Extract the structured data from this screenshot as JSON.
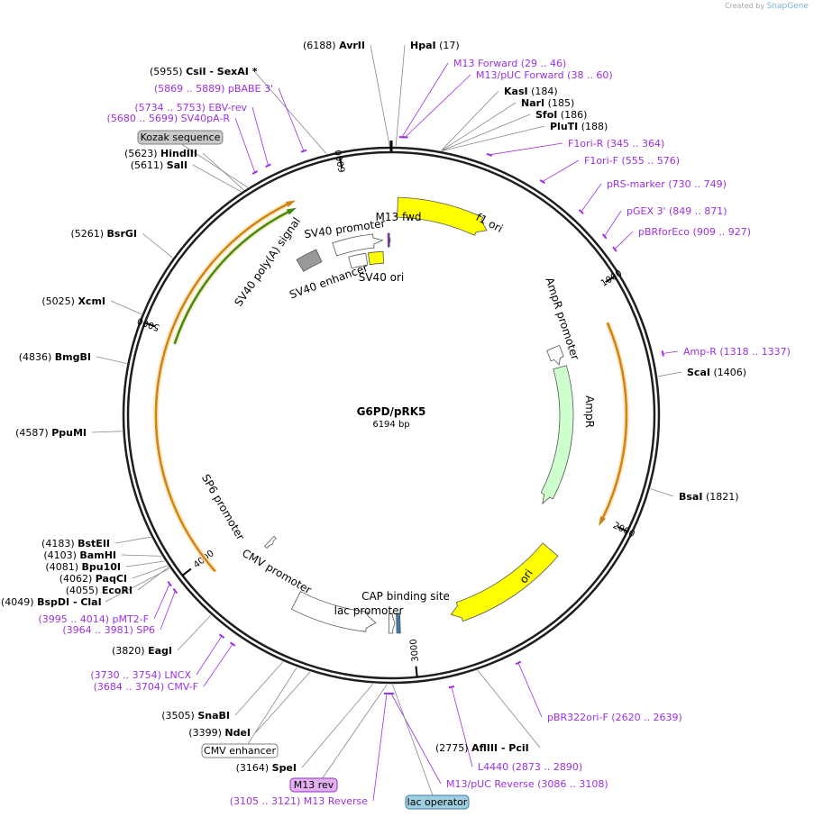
{
  "brand": {
    "created_by": "Created by",
    "name": "SnapGene"
  },
  "plasmid": {
    "name": "G6PD/pRK5",
    "length": "6194 bp",
    "bp": 6194
  },
  "ticks": [
    {
      "label": "1000",
      "pos": 1000
    },
    {
      "label": "2000",
      "pos": 2000
    },
    {
      "label": "3000",
      "pos": 3000
    },
    {
      "label": "4000",
      "pos": 4000
    },
    {
      "label": "5000",
      "pos": 5000
    },
    {
      "label": "6000",
      "pos": 6000
    }
  ],
  "features": [
    {
      "name": "f1 ori",
      "start": 30,
      "end": 470,
      "color": "#ffff00",
      "dir": 1,
      "ring": 0
    },
    {
      "name": "AmpR promoter",
      "start": 1160,
      "end": 1260,
      "color": "#ffffff",
      "dir": 1,
      "ring": 1
    },
    {
      "name": "AmpR",
      "start": 1275,
      "end": 2070,
      "color": "#ccffcc",
      "dir": 1,
      "ring": 1
    },
    {
      "name": "ori",
      "start": 2240,
      "end": 2810,
      "color": "#ffff00",
      "dir": 1,
      "ring": 0
    },
    {
      "name": "CAP binding site",
      "start": 3055,
      "end": 3072,
      "color": "#3f7bad",
      "dir": 0,
      "ring": 0
    },
    {
      "name": "lac promoter",
      "start": 3080,
      "end": 3108,
      "color": "#ffffff",
      "dir": -1,
      "ring": 0
    },
    {
      "name": "CMV promoter",
      "start": 3170,
      "end": 3565,
      "color": "#ffffff",
      "dir": -1,
      "ring": 0
    },
    {
      "name": "SP6 promoter",
      "start": 3830,
      "end": 3855,
      "color": "#ffffff",
      "dir": -1,
      "ring": 1
    },
    {
      "name": "SV40 poly(A) signal",
      "start": 5655,
      "end": 5775,
      "color": "#999999",
      "dir": 0,
      "ring": 1
    },
    {
      "name": "SV40 promoter",
      "start": 5870,
      "end": 6145,
      "color": "#ffffff",
      "dir": 1,
      "ring": 1
    },
    {
      "name": "SV40 enhancer",
      "start": 5935,
      "end": 6040,
      "color": "#ffffff",
      "dir": 0,
      "ring": 2
    },
    {
      "name": "SV40 ori",
      "start": 6055,
      "end": 6145,
      "color": "#ffff00",
      "dir": 0,
      "ring": 2
    },
    {
      "name": "M13 fwd",
      "start": 6175,
      "end": 6190,
      "color": "#8b2fc9",
      "dir": 1,
      "ring": 1
    }
  ],
  "orfs": [
    {
      "start": 1150,
      "end": 2030,
      "dir": 1,
      "inner": false,
      "color": "#d18213"
    },
    {
      "start": 3930,
      "end": 5780,
      "dir": 1,
      "inner": false,
      "color": "#d18213"
    },
    {
      "start": 4960,
      "end": 5770,
      "dir": 1,
      "inner": true,
      "color": "#3b8c0f"
    }
  ],
  "sites": [
    {
      "name": "AvrII",
      "pos": "(6188)",
      "bp": 6188
    },
    {
      "name": "HpaI",
      "pos": "(17)",
      "bp": 17
    },
    {
      "name": "CsiI",
      "name2": " - SexAI *",
      "pos": "(5955)",
      "bp": 5955
    },
    {
      "name": "KasI",
      "pos": "(184)",
      "bp": 184
    },
    {
      "name": "NarI",
      "pos": "(185)",
      "bp": 185
    },
    {
      "name": "SfoI",
      "pos": "(186)",
      "bp": 186
    },
    {
      "name": "PluTI",
      "pos": "(188)",
      "bp": 188
    },
    {
      "name": "HindIII",
      "pos": "(5623)",
      "bp": 5623
    },
    {
      "name": "SalI",
      "pos": "(5611)",
      "bp": 5611
    },
    {
      "name": "BsrGI",
      "pos": "(5261)",
      "bp": 5261
    },
    {
      "name": "XcmI",
      "pos": "(5025)",
      "bp": 5025
    },
    {
      "name": "BmgBI",
      "pos": "(4836)",
      "bp": 4836
    },
    {
      "name": "PpuMI",
      "pos": "(4587)",
      "bp": 4587
    },
    {
      "name": "ScaI",
      "pos": "(1406)",
      "bp": 1406
    },
    {
      "name": "BsaI",
      "pos": "(1821)",
      "bp": 1821
    },
    {
      "name": "BstEII",
      "pos": "(4183)",
      "bp": 4183
    },
    {
      "name": "BamHI",
      "pos": "(4103)",
      "bp": 4103
    },
    {
      "name": "Bpu10I",
      "pos": "(4081)",
      "bp": 4081
    },
    {
      "name": "PaqCI",
      "pos": "(4062)",
      "bp": 4062
    },
    {
      "name": "EcoRI",
      "pos": "(4055)",
      "bp": 4055
    },
    {
      "name": "BspDI",
      "name2": " - ClaI",
      "pos": "(4049)",
      "bp": 4049
    },
    {
      "name": "EagI",
      "pos": "(3820)",
      "bp": 3820
    },
    {
      "name": "SnaBI",
      "pos": "(3505)",
      "bp": 3505
    },
    {
      "name": "NdeI",
      "pos": "(3399)",
      "bp": 3399
    },
    {
      "name": "SpeI",
      "pos": "(3164)",
      "bp": 3164
    },
    {
      "name": "AflIII",
      "name2": " - PciI",
      "pos": "(2775)",
      "bp": 2775
    }
  ],
  "primers": [
    {
      "name": "M13 Forward",
      "pos": "(29 .. 46)",
      "bp": 38
    },
    {
      "name": "M13/pUC Forward",
      "pos": "(38 .. 60)",
      "bp": 49
    },
    {
      "name": "F1ori-R",
      "pos": "(345 .. 364)",
      "bp": 355
    },
    {
      "name": "F1ori-F",
      "pos": "(555 .. 576)",
      "bp": 566
    },
    {
      "name": "pRS-marker",
      "pos": "(730 .. 749)",
      "bp": 740
    },
    {
      "name": "pGEX 3'",
      "pos": "(849 .. 871)",
      "bp": 860
    },
    {
      "name": "pBRforEco",
      "pos": "(909 .. 927)",
      "bp": 918
    },
    {
      "name": "Amp-R",
      "pos": "(1318 .. 1337)",
      "bp": 1328
    },
    {
      "name": "pBR322ori-F",
      "pos": "(2620 .. 2639)",
      "bp": 2630
    },
    {
      "name": "L4440",
      "pos": "(2873 .. 2890)",
      "bp": 2882
    },
    {
      "name": "M13/pUC Reverse",
      "pos": "(3086 .. 3108)",
      "bp": 3097
    },
    {
      "name": "M13 Reverse",
      "pos": "(3105 .. 3121)",
      "bp": 3113
    },
    {
      "name": "CMV-F",
      "pos": "(3684 .. 3704)",
      "bp": 3694
    },
    {
      "name": "LNCX",
      "pos": "(3730 .. 3754)",
      "bp": 3742
    },
    {
      "name": "SP6",
      "pos": "(3964 .. 3981)",
      "bp": 3972
    },
    {
      "name": "pMT2-F",
      "pos": "(3995 .. 4014)",
      "bp": 4004
    },
    {
      "name": "SV40pA-R",
      "pos": "(5680 .. 5699)",
      "bp": 5690
    },
    {
      "name": "EBV-rev",
      "pos": "(5734 .. 5753)",
      "bp": 5743
    },
    {
      "name": "pBABE 3'",
      "pos": "(5869 .. 5889)",
      "bp": 5879
    }
  ],
  "boxed_labels": [
    {
      "name": "Kozak sequence",
      "bp": 5640,
      "fill": "#c8c8c8",
      "stroke": "#808080",
      "color": "#000000"
    },
    {
      "name": "CMV enhancer",
      "bp": 3450,
      "fill": "#ffffff",
      "stroke": "#808080",
      "color": "#000000"
    },
    {
      "name": "M13 rev",
      "bp": 3113,
      "fill": "#e4b0f2",
      "stroke": "#8b2fc9",
      "color": "#000000"
    },
    {
      "name": "lac operator",
      "bp": 3092,
      "fill": "#9fcfdf",
      "stroke": "#3f7bad",
      "color": "#000000"
    }
  ]
}
